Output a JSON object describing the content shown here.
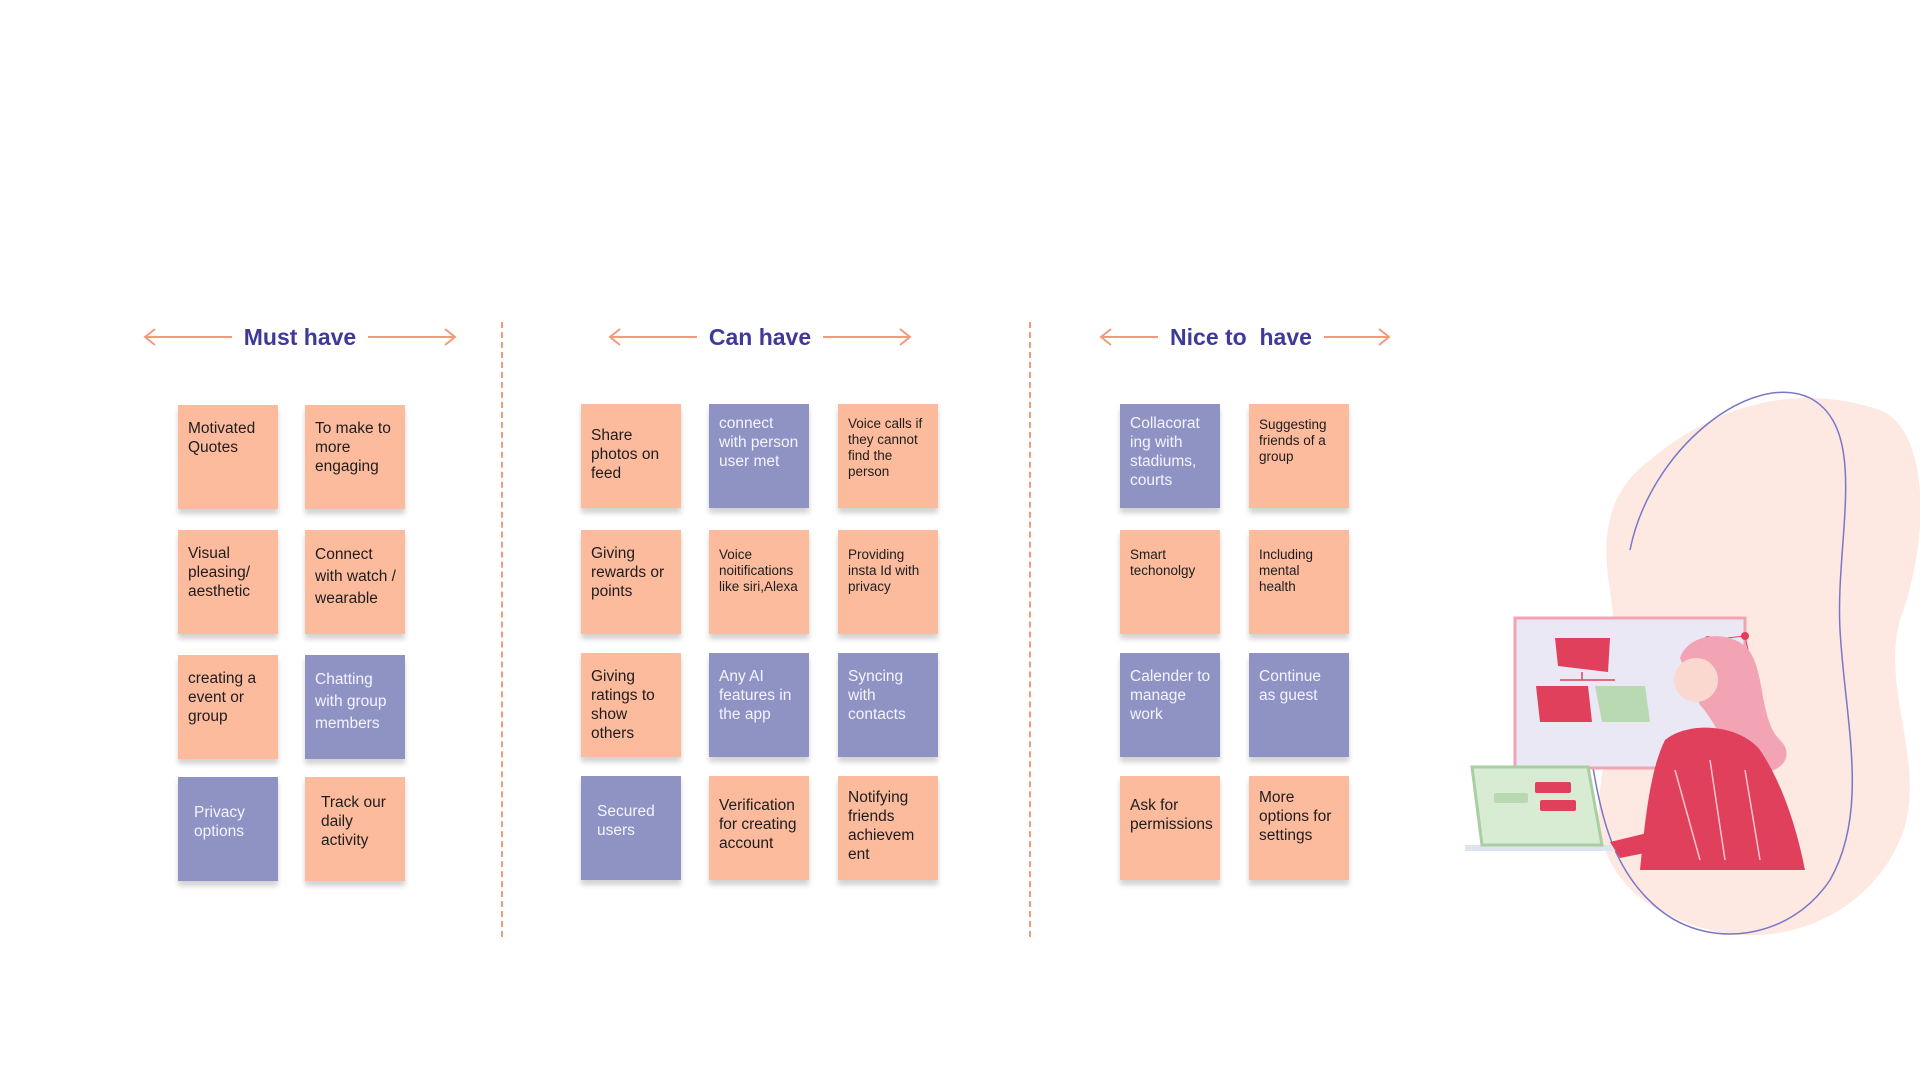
{
  "columns": [
    {
      "title": "Must have",
      "notes": [
        {
          "text": "Motivated Quotes",
          "color": "peach"
        },
        {
          "text": "To make to more engaging",
          "color": "peach"
        },
        {
          "text": "Visual pleasing/ aesthetic",
          "color": "peach"
        },
        {
          "text": "Connect with watch / wearable",
          "color": "peach"
        },
        {
          "text": "creating a event or group",
          "color": "peach"
        },
        {
          "text": "Chatting with group members",
          "color": "purple"
        },
        {
          "text": "Privacy options",
          "color": "purple"
        },
        {
          "text": "Track our daily activity",
          "color": "peach"
        }
      ]
    },
    {
      "title": "Can have",
      "notes": [
        {
          "text": "Share photos on feed",
          "color": "peach"
        },
        {
          "text": "connect with person user met",
          "color": "purple"
        },
        {
          "text": "Voice calls if they cannot find the person",
          "color": "peach"
        },
        {
          "text": "Giving rewards or points",
          "color": "peach"
        },
        {
          "text": "Voice noitifications like siri,Alexa",
          "color": "peach"
        },
        {
          "text": "Providing insta Id with privacy",
          "color": "peach"
        },
        {
          "text": "Giving ratings to show others",
          "color": "peach"
        },
        {
          "text": "Any AI features in the app",
          "color": "purple"
        },
        {
          "text": "Syncing with contacts",
          "color": "purple"
        },
        {
          "text": "Secured users",
          "color": "purple"
        },
        {
          "text": "Verification for creating account",
          "color": "peach"
        },
        {
          "text": "Notifying friends achievem ent",
          "color": "peach"
        }
      ]
    },
    {
      "title": "Nice to  have",
      "notes": [
        {
          "text": "Collacorat ing with stadiums, courts",
          "color": "purple"
        },
        {
          "text": "Suggesting friends of a group",
          "color": "peach"
        },
        {
          "text": "Smart techonolgy",
          "color": "peach"
        },
        {
          "text": "Including mental health",
          "color": "peach"
        },
        {
          "text": "Calender to manage work",
          "color": "purple"
        },
        {
          "text": "Continue as guest",
          "color": "purple"
        },
        {
          "text": "Ask for permissions",
          "color": "peach"
        },
        {
          "text": "More options for settings",
          "color": "peach"
        }
      ]
    }
  ],
  "colors": {
    "peach": "#fdbb9e",
    "purple": "#8f93c4",
    "heading": "#3f3a99",
    "arrow": "#f39a7a",
    "accent": "#e0405c"
  },
  "illustration": {
    "icon": "woman-presenting-flowchart-illustration"
  }
}
